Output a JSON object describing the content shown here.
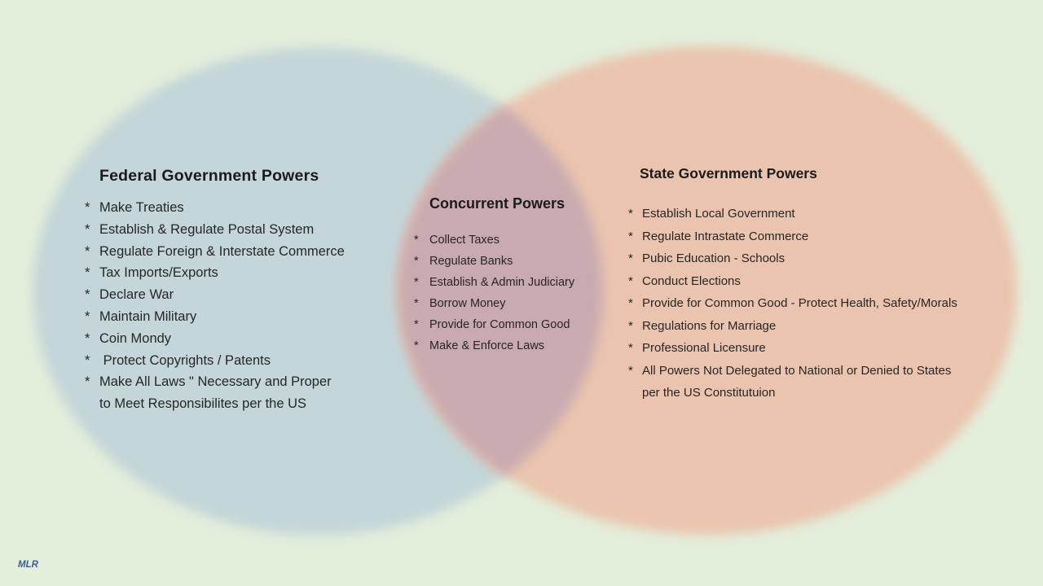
{
  "page": {
    "background": "#e3eedb",
    "watermark": "MLR",
    "watermark_color": "#3a5f94",
    "text_color": "#262626"
  },
  "venn": {
    "left_circle_color": "#c4d6d9",
    "right_circle_color": "#eac4ae",
    "overlap_color": "#c9aab0"
  },
  "sections": {
    "federal": {
      "title": "Federal Government Powers",
      "bullet": "*",
      "items": [
        [
          "Make Treaties"
        ],
        [
          "Establish & Regulate Postal System"
        ],
        [
          "Regulate Foreign & Interstate Commerce"
        ],
        [
          "Tax Imports/Exports"
        ],
        [
          "Declare War"
        ],
        [
          "Maintain Military"
        ],
        [
          "Coin Mondy"
        ],
        [
          " Protect Copyrights / Patents"
        ],
        [
          "Make All Laws \" Necessary and Proper",
          "to Meet Responsibilites per the US"
        ]
      ]
    },
    "concurrent": {
      "title": "Concurrent Powers",
      "bullet": "*",
      "items": [
        [
          "Collect Taxes"
        ],
        [
          "Regulate Banks"
        ],
        [
          "Establish & Admin Judiciary"
        ],
        [
          "Borrow Money"
        ],
        [
          "Provide for Common Good"
        ],
        [
          "Make & Enforce Laws"
        ]
      ]
    },
    "state": {
      "title": "State Government Powers",
      "bullet": "*",
      "items": [
        [
          "Establish Local Government"
        ],
        [
          "Regulate Intrastate Commerce"
        ],
        [
          "Pubic Education - Schools"
        ],
        [
          "Conduct Elections"
        ],
        [
          "Provide for Common Good - Protect Health, Safety/Morals"
        ],
        [
          "Regulations for Marriage"
        ],
        [
          "Professional Licensure"
        ],
        [
          "All Powers Not Delegated to National or Denied to States",
          "per the US Constitutuion"
        ]
      ]
    }
  }
}
